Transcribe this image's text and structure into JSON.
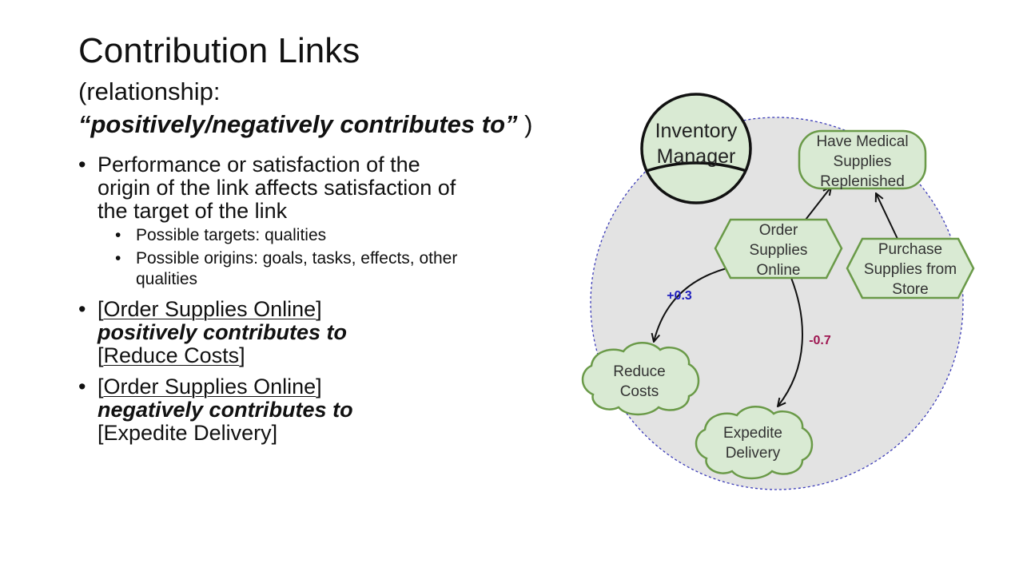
{
  "slide": {
    "title": "Contribution Links",
    "subtitle_line1": "(relationship:",
    "subtitle_line2_em": "“positively/negatively contributes to”",
    "subtitle_line2_tail": " )"
  },
  "bullets": {
    "b1_text": "Performance or satisfaction of the origin of the link affects satisfaction of the target of the link",
    "sub1": "Possible targets: qualities",
    "sub2": "Possible origins: goals, tasks, effects, other qualities",
    "b2_open": "[",
    "b2_src": "Order Supplies Online",
    "b2_close": "]",
    "b2_rel": "positively contributes to",
    "b2_open2": "[",
    "b2_tgt": "Reduce Costs",
    "b2_close2": "]",
    "b3_open": "[",
    "b3_src": "Order Supplies Online",
    "b3_close": "]",
    "b3_rel": "negatively contributes to",
    "b3_tgt": "[Expedite Delivery]",
    "bullet_char": "•"
  },
  "diagram": {
    "actor": {
      "line1": "Inventory",
      "line2": "Manager"
    },
    "goal": {
      "line1": "Have Medical",
      "line2": "Supplies",
      "line3": "Replenished"
    },
    "task_order": {
      "line1": "Order",
      "line2": "Supplies",
      "line3": "Online"
    },
    "task_purchase": {
      "line1": "Purchase",
      "line2": "Supplies from",
      "line3": "Store"
    },
    "quality_reduce": {
      "line1": "Reduce",
      "line2": "Costs"
    },
    "quality_expedite": {
      "line1": "Expedite",
      "line2": "Delivery"
    },
    "label_pos": "+0.3",
    "label_neg": "-0.7",
    "colors": {
      "node_fill": "#d9ead3",
      "node_stroke": "#6a9a48",
      "boundary_fill": "#e3e3e3",
      "boundary_stroke": "#3b3bb8",
      "pos_label": "#1f1fbf",
      "neg_label": "#9e1550"
    }
  }
}
